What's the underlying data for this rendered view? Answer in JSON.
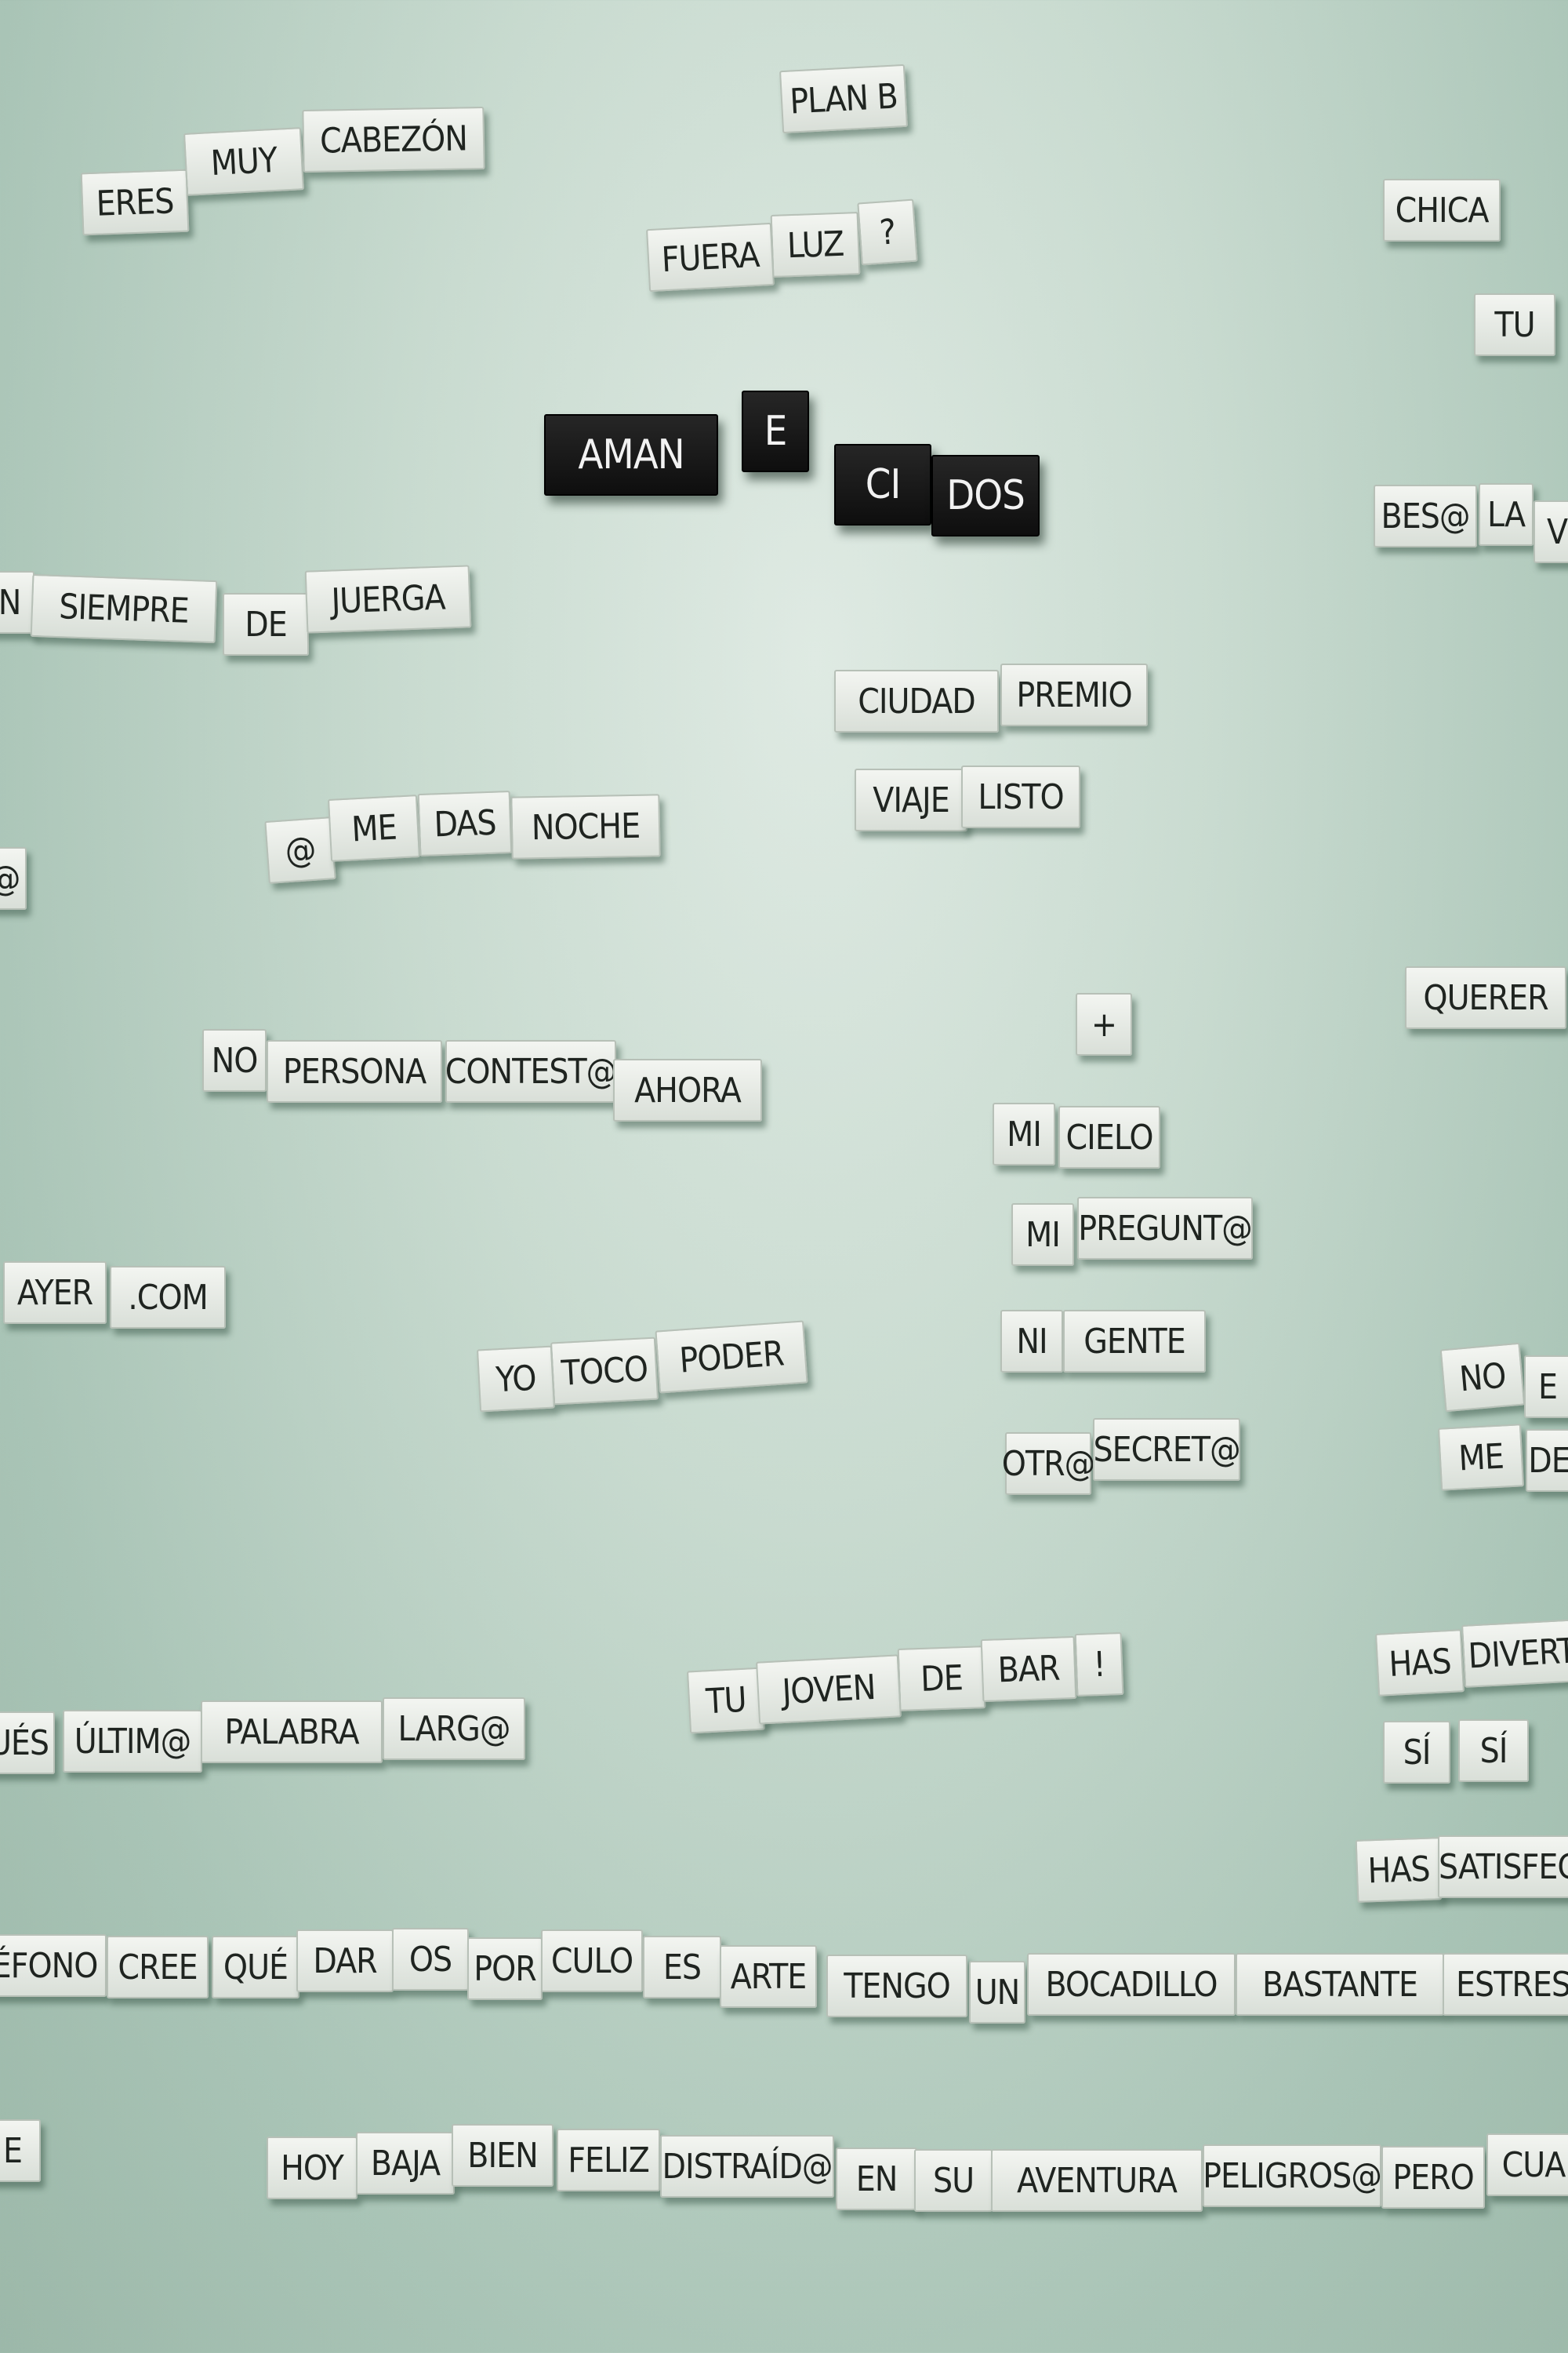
{
  "magnets": [
    {
      "id": "eres",
      "text": "ERES"
    },
    {
      "id": "muy",
      "text": "MUY"
    },
    {
      "id": "cabezon",
      "text": "CABEZÓN"
    },
    {
      "id": "plan-b",
      "text": "PLAN B"
    },
    {
      "id": "fuera",
      "text": "FUERA"
    },
    {
      "id": "luz",
      "text": "LUZ"
    },
    {
      "id": "question",
      "text": "?"
    },
    {
      "id": "chica",
      "text": "CHICA"
    },
    {
      "id": "tu-top",
      "text": "TU"
    },
    {
      "id": "aman",
      "text": "AMAN",
      "dark": true
    },
    {
      "id": "e",
      "text": "E",
      "dark": true
    },
    {
      "id": "ci",
      "text": "CI",
      "dark": true
    },
    {
      "id": "dos",
      "text": "DOS",
      "dark": true
    },
    {
      "id": "besa",
      "text": "BES@"
    },
    {
      "id": "la",
      "text": "LA"
    },
    {
      "id": "v",
      "text": "V"
    },
    {
      "id": "n-left",
      "text": "N"
    },
    {
      "id": "siempre",
      "text": "SIEMPRE"
    },
    {
      "id": "de-1",
      "text": "DE"
    },
    {
      "id": "juerga",
      "text": "JUERGA"
    },
    {
      "id": "ciudad",
      "text": "CIUDAD"
    },
    {
      "id": "premio",
      "text": "PREMIO"
    },
    {
      "id": "viaje",
      "text": "VIAJE"
    },
    {
      "id": "listo",
      "text": "LISTO"
    },
    {
      "id": "at-left",
      "text": "@"
    },
    {
      "id": "at",
      "text": "@"
    },
    {
      "id": "me-1",
      "text": "ME"
    },
    {
      "id": "das",
      "text": "DAS"
    },
    {
      "id": "noche",
      "text": "NOCHE"
    },
    {
      "id": "plus",
      "text": "+"
    },
    {
      "id": "querer",
      "text": "QUERER"
    },
    {
      "id": "no-1",
      "text": "NO"
    },
    {
      "id": "persona",
      "text": "PERSONA"
    },
    {
      "id": "contesta",
      "text": "CONTEST@"
    },
    {
      "id": "ahora",
      "text": "AHORA"
    },
    {
      "id": "mi-1",
      "text": "MI"
    },
    {
      "id": "cielo",
      "text": "CIELO"
    },
    {
      "id": "mi-2",
      "text": "MI"
    },
    {
      "id": "pregunta",
      "text": "PREGUNT@"
    },
    {
      "id": "ayer",
      "text": "AYER"
    },
    {
      "id": "dotcom",
      "text": ".COM"
    },
    {
      "id": "ni",
      "text": "NI"
    },
    {
      "id": "gente",
      "text": "GENTE"
    },
    {
      "id": "yo",
      "text": "YO"
    },
    {
      "id": "toco",
      "text": "TOCO"
    },
    {
      "id": "poder",
      "text": "PODER"
    },
    {
      "id": "no-2",
      "text": "NO"
    },
    {
      "id": "e-right",
      "text": "E"
    },
    {
      "id": "otra",
      "text": "OTR@"
    },
    {
      "id": "secreta",
      "text": "SECRET@"
    },
    {
      "id": "me-2",
      "text": "ME"
    },
    {
      "id": "de-right",
      "text": "DE"
    },
    {
      "id": "tu-2",
      "text": "TU"
    },
    {
      "id": "joven",
      "text": "JOVEN"
    },
    {
      "id": "de-2",
      "text": "DE"
    },
    {
      "id": "bar",
      "text": "BAR"
    },
    {
      "id": "excl",
      "text": "!"
    },
    {
      "id": "has-1",
      "text": "HAS"
    },
    {
      "id": "divert",
      "text": "DIVERT"
    },
    {
      "id": "ues",
      "text": "UÉS"
    },
    {
      "id": "ultima",
      "text": "ÚLTIM@"
    },
    {
      "id": "palabra",
      "text": "PALABRA"
    },
    {
      "id": "larga",
      "text": "LARG@"
    },
    {
      "id": "si-1",
      "text": "SÍ"
    },
    {
      "id": "si-2",
      "text": "SÍ"
    },
    {
      "id": "has-2",
      "text": "HAS"
    },
    {
      "id": "satisfec",
      "text": "SATISFEC"
    },
    {
      "id": "efono",
      "text": "ÉFONO"
    },
    {
      "id": "cree",
      "text": "CREE"
    },
    {
      "id": "que",
      "text": "QUÉ"
    },
    {
      "id": "dar",
      "text": "DAR"
    },
    {
      "id": "os",
      "text": "OS"
    },
    {
      "id": "por",
      "text": "POR"
    },
    {
      "id": "culo",
      "text": "CULO"
    },
    {
      "id": "es",
      "text": "ES"
    },
    {
      "id": "arte",
      "text": "ARTE"
    },
    {
      "id": "tengo",
      "text": "TENGO"
    },
    {
      "id": "un",
      "text": "UN"
    },
    {
      "id": "bocadillo",
      "text": "BOCADILLO"
    },
    {
      "id": "bastante",
      "text": "BASTANTE"
    },
    {
      "id": "estres",
      "text": "ESTRES"
    },
    {
      "id": "e-bottom",
      "text": "E"
    },
    {
      "id": "hoy",
      "text": "HOY"
    },
    {
      "id": "baja",
      "text": "BAJA"
    },
    {
      "id": "bien",
      "text": "BIEN"
    },
    {
      "id": "feliz",
      "text": "FELIZ"
    },
    {
      "id": "distraida",
      "text": "DISTRAÍD@"
    },
    {
      "id": "en",
      "text": "EN"
    },
    {
      "id": "su",
      "text": "SU"
    },
    {
      "id": "aventura",
      "text": "AVENTURA"
    },
    {
      "id": "peligrosa",
      "text": "PELIGROS@"
    },
    {
      "id": "pero",
      "text": "PERO"
    },
    {
      "id": "cua",
      "text": "CUA"
    }
  ]
}
